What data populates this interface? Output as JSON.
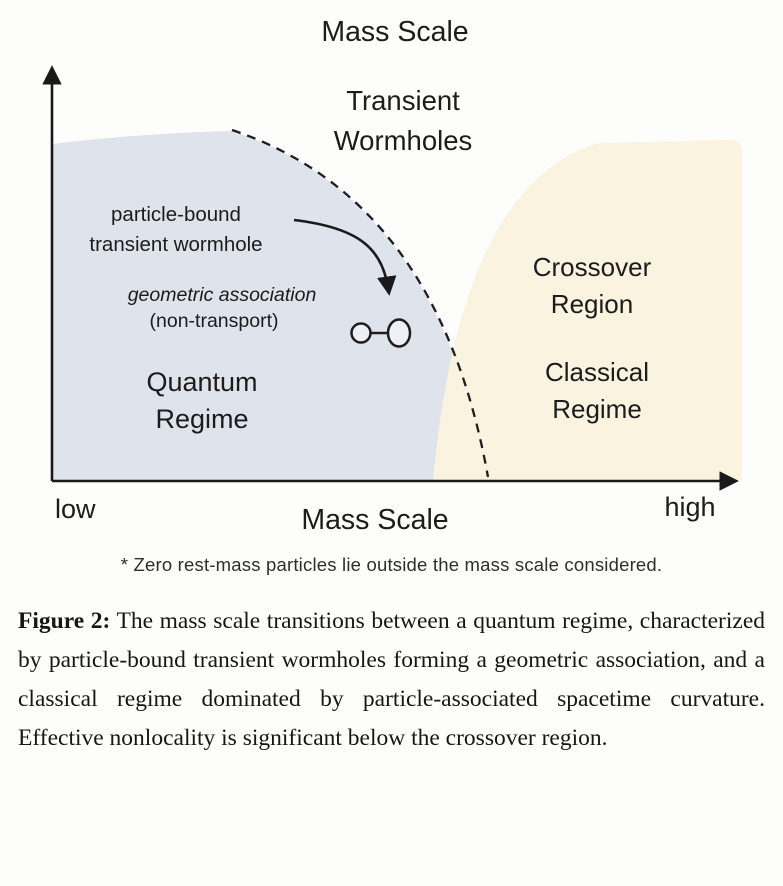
{
  "title_top": "Mass Scale",
  "axis": {
    "x_label": "Mass Scale",
    "x_low": "low",
    "x_high": "high"
  },
  "labels": {
    "transient": [
      "Transient",
      "Wormholes"
    ],
    "particle_bound": [
      "particle-bound",
      "transient wormhole"
    ],
    "geometric": [
      "geometric association",
      "(non-transport)"
    ],
    "quantum": [
      "Quantum",
      "Regime"
    ],
    "crossover": [
      "Crossover",
      "Region"
    ],
    "classical": [
      "Classical",
      "Regime"
    ]
  },
  "icons": {
    "wormhole": "wormhole-dumbbell-icon",
    "arrow": "curved-annotation-arrow"
  },
  "footnote": "* Zero rest-mass particles lie outside the mass scale considered.",
  "caption": {
    "label": "Figure 2:",
    "text": "The mass scale transitions between a quantum regime, characterized by particle-bound transient wormholes forming a geometric association, and a classical regime dominated by particle-associated spacetime curvature. Effective nonlocality is significant below the crossover region."
  },
  "colors": {
    "quantum_region": "#dee3ec",
    "classical_region": "#faf3e0",
    "line": "#1a1a1a"
  }
}
